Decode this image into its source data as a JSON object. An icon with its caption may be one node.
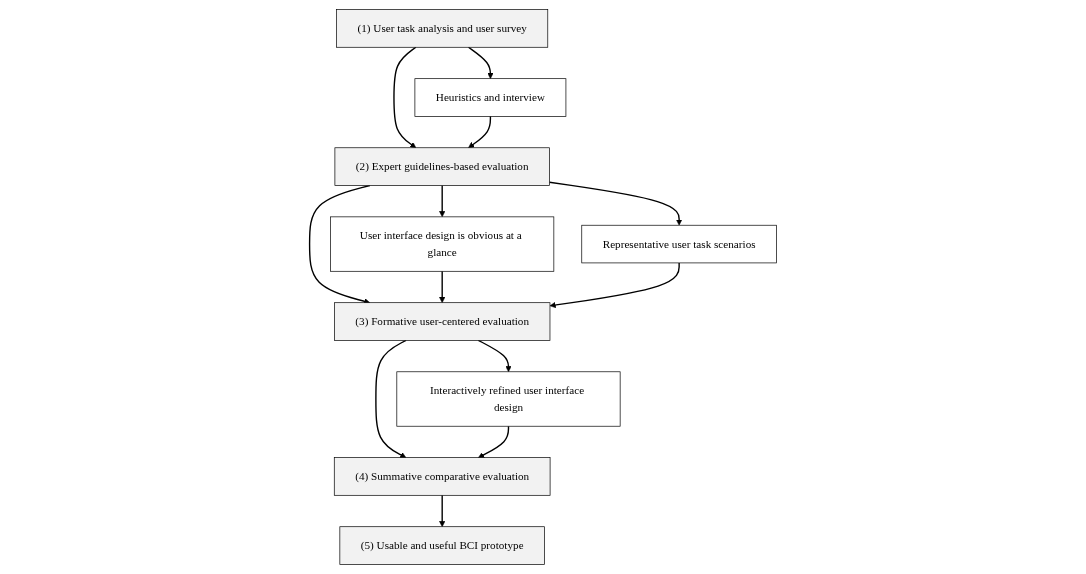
{
  "diagram": {
    "nodes": [
      {
        "text": [
          "(1) User task analysis and user survey"
        ]
      },
      {
        "text": [
          "Heuristics and interview"
        ]
      },
      {
        "text": [
          "(2) Expert guidelines-based evaluation"
        ]
      },
      {
        "text": [
          "User interface design is obvious at a glance"
        ]
      },
      {
        "text": [
          "Representative user task scenarios"
        ]
      },
      {
        "text": [
          "(3) Formative user-centered evaluation"
        ]
      },
      {
        "text": [
          "Interactively refined user interface design"
        ]
      },
      {
        "text": [
          "(4) Summative comparative evaluation"
        ]
      },
      {
        "text": [
          "(5) Usable and useful BCI prototype"
        ]
      }
    ],
    "edges": [
      {
        "from": 0,
        "to": 2,
        "arrow": "to"
      },
      {
        "from": 0,
        "to": 1,
        "arrow": "to"
      },
      {
        "from": 1,
        "to": 2,
        "arrow": "to"
      },
      {
        "from": 2,
        "to": 3,
        "arrow": "to"
      },
      {
        "from": 2,
        "to": 4,
        "arrow": "to"
      },
      {
        "from": 2,
        "to": 5,
        "arrow": "to"
      },
      {
        "from": 3,
        "to": 5,
        "arrow": "to"
      },
      {
        "from": 4,
        "to": 5,
        "arrow": "to"
      },
      {
        "from": 5,
        "to": 6,
        "arrow": "to"
      },
      {
        "from": 5,
        "to": 7,
        "arrow": "to"
      },
      {
        "from": 6,
        "to": 7,
        "arrow": "to"
      },
      {
        "from": 7,
        "to": 8,
        "arrow": "to"
      }
    ]
  }
}
